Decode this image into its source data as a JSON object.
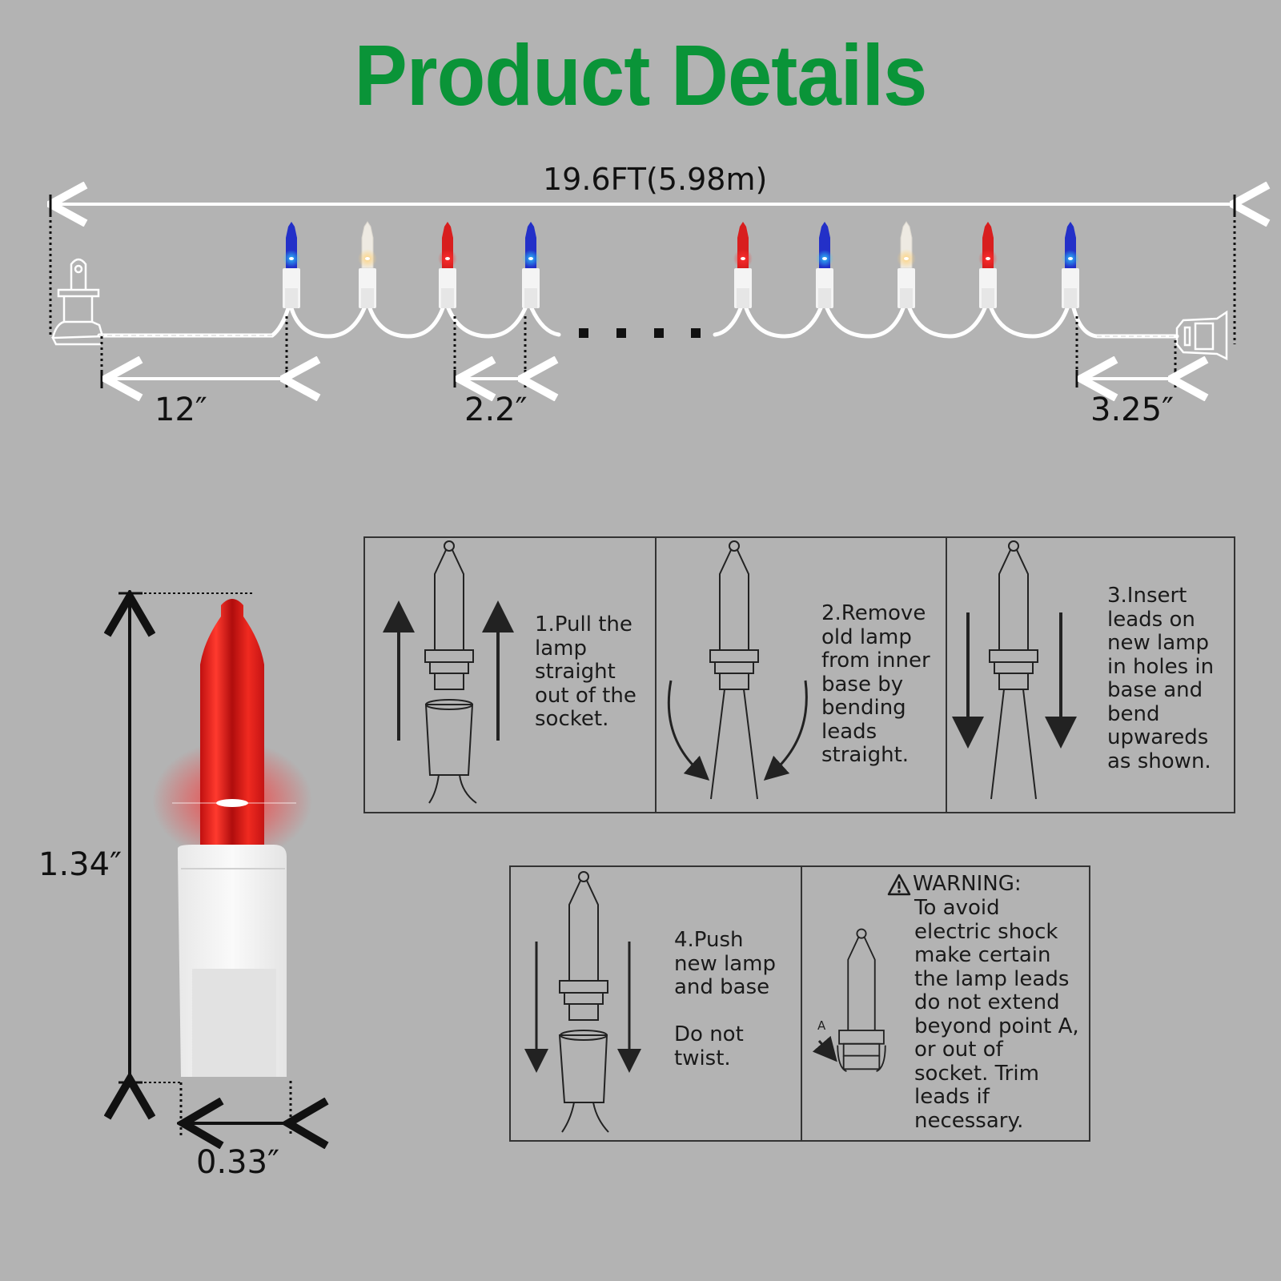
{
  "header": {
    "title": "Product Details",
    "title_color": "#0a9438"
  },
  "string_diagram": {
    "total_length": "19.6FT(5.98m)",
    "lead_length": "12″",
    "bulb_spacing": "2.2″",
    "end_length": "3.25″",
    "bulb_colors_left": [
      "blue",
      "clear",
      "red",
      "blue"
    ],
    "bulb_colors_right": [
      "red",
      "blue",
      "clear",
      "red",
      "blue"
    ],
    "colors": {
      "red": "#e0201e",
      "blue": "#1f2bd0",
      "clear": "#f2efe6",
      "wire": "#ffffff"
    }
  },
  "bulb_dimensions": {
    "height": "1.34″",
    "width": "0.33″",
    "bulb_color": "#e3201d"
  },
  "instructions": {
    "step1": "1.Pull the\nlamp\nstraight\nout of the\nsocket.",
    "step2": "2.Remove\nold lamp\nfrom inner\nbase by\nbending\nleads\nstraight.",
    "step3": "3.Insert\nleads on\nnew lamp\nin holes in\nbase and\nbend\nupwareds\nas shown.",
    "step4": "4.Push\nnew lamp\nand base\n\nDo not\ntwist.",
    "warning_title": "WARNING:",
    "warning_icon": "warning-triangle-icon",
    "warning_body": "To avoid\nelectric shock\nmake certain\nthe lamp leads\ndo not extend\nbeyond point A,\nor out of\nsocket. Trim\nleads if\nnecessary.",
    "point_label": "A"
  }
}
